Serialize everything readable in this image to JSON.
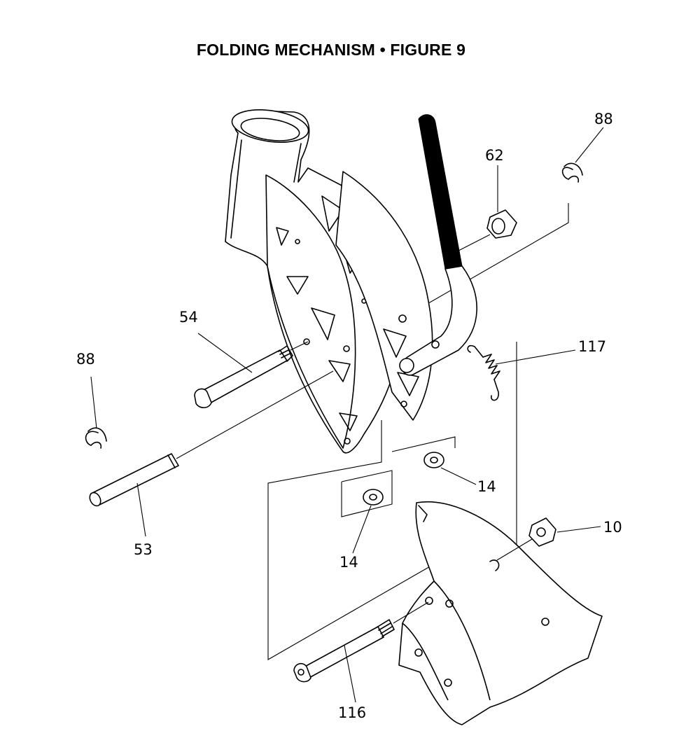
{
  "title": "FOLDING MECHANISM  •  FIGURE 9",
  "callouts": {
    "c88_top": "88",
    "c62": "62",
    "c54": "54",
    "c88_left": "88",
    "c117": "117",
    "c14_right": "14",
    "c14_left": "14",
    "c10": "10",
    "c53": "53",
    "c116": "116"
  }
}
